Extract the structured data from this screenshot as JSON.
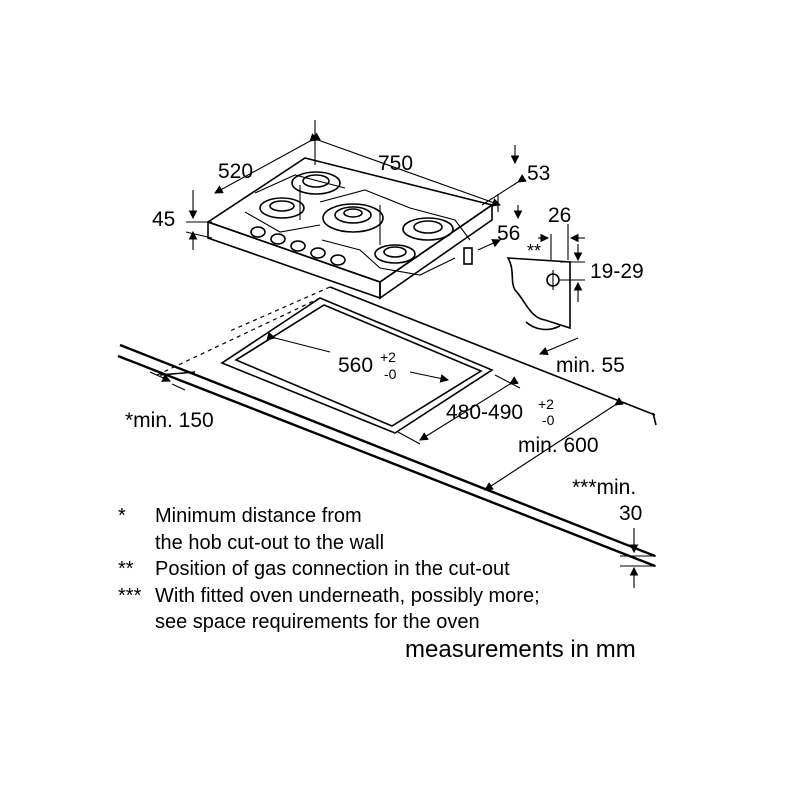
{
  "hob": {
    "width": "750",
    "depth": "520",
    "height": "45",
    "front_depth": "53",
    "side_offset": "56"
  },
  "gas_connection": {
    "marker": "**",
    "offset": "26",
    "height_range": "19-29"
  },
  "cutout": {
    "width": "560",
    "width_tol_plus": "+2",
    "width_tol_minus": "-0",
    "depth": "480-490",
    "depth_tol_plus": "+2",
    "depth_tol_minus": "-0",
    "min_wall_distance": "*min. 150",
    "min_front_distance": "min. 55",
    "min_worktop_depth": "min. 600",
    "min_worktop_thickness_line1": "***min.",
    "min_worktop_thickness_line2": "30"
  },
  "notes": [
    {
      "mark": "*",
      "lines": [
        "Minimum distance from",
        "the hob cut-out to the wall"
      ]
    },
    {
      "mark": "**",
      "lines": [
        "Position of gas connection in the cut-out"
      ]
    },
    {
      "mark": "***",
      "lines": [
        "With fitted oven underneath, possibly more;",
        "see space requirements for the oven"
      ]
    }
  ],
  "units_label": "measurements in mm"
}
